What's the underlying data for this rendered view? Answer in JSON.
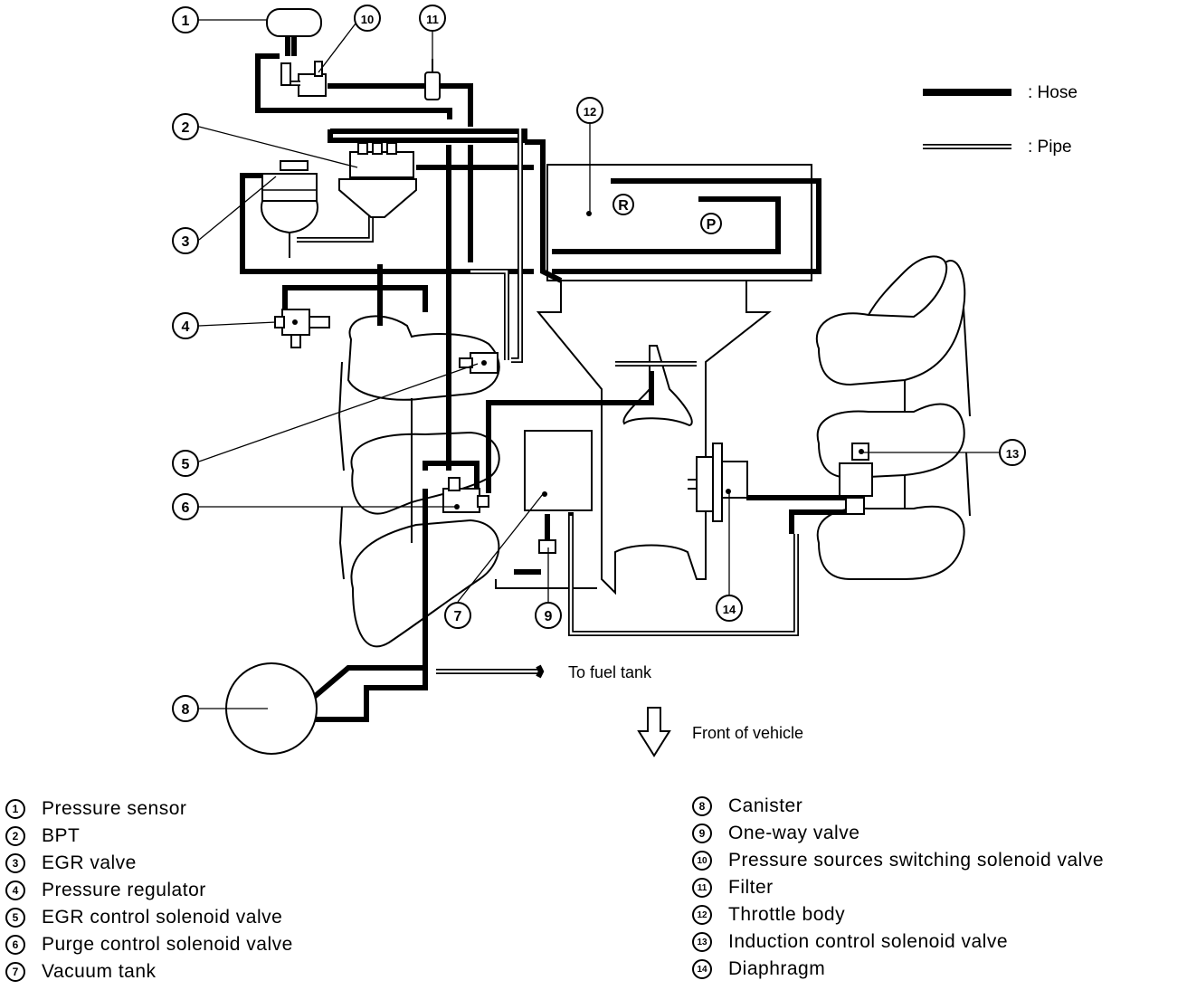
{
  "legend_key": {
    "hose": ": Hose",
    "pipe": ": Pipe"
  },
  "annotations": {
    "to_fuel_tank": "To fuel tank",
    "front_of_vehicle": "Front of vehicle"
  },
  "callouts": [
    {
      "num": "1"
    },
    {
      "num": "2"
    },
    {
      "num": "3"
    },
    {
      "num": "4"
    },
    {
      "num": "5"
    },
    {
      "num": "6"
    },
    {
      "num": "7"
    },
    {
      "num": "8"
    },
    {
      "num": "9"
    },
    {
      "num": "10"
    },
    {
      "num": "11"
    },
    {
      "num": "12"
    },
    {
      "num": "13"
    },
    {
      "num": "14"
    }
  ],
  "throttle_marks": {
    "r": "R",
    "p": "P"
  },
  "parts": [
    {
      "num": "1",
      "name": "Pressure sensor"
    },
    {
      "num": "2",
      "name": "BPT"
    },
    {
      "num": "3",
      "name": "EGR valve"
    },
    {
      "num": "4",
      "name": "Pressure regulator"
    },
    {
      "num": "5",
      "name": "EGR control solenoid valve"
    },
    {
      "num": "6",
      "name": "Purge control solenoid valve"
    },
    {
      "num": "7",
      "name": "Vacuum tank"
    },
    {
      "num": "8",
      "name": "Canister"
    },
    {
      "num": "9",
      "name": "One-way valve"
    },
    {
      "num": "10",
      "name": "Pressure sources switching solenoid valve"
    },
    {
      "num": "11",
      "name": "Filter"
    },
    {
      "num": "12",
      "name": "Throttle body"
    },
    {
      "num": "13",
      "name": "Induction control solenoid valve"
    },
    {
      "num": "14",
      "name": "Diaphragm"
    }
  ]
}
